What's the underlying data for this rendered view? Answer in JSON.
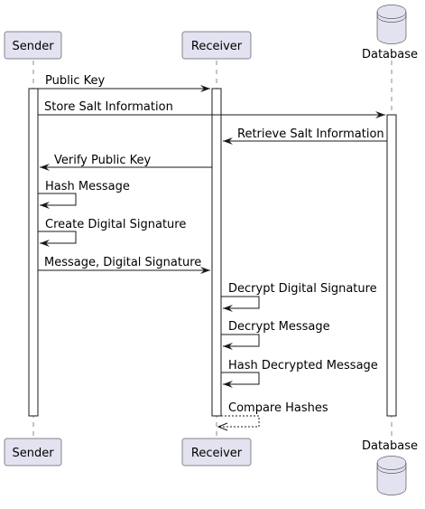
{
  "participants": {
    "sender": "Sender",
    "receiver": "Receiver",
    "database": "Database"
  },
  "messages": [
    "Public Key",
    "Store Salt Information",
    "Retrieve Salt Information",
    "Verify Public Key",
    "Hash Message",
    "Create Digital Signature",
    "Message, Digital Signature",
    "Decrypt Digital Signature",
    "Decrypt Message",
    "Hash Decrypted Message",
    "Compare Hashes"
  ],
  "colors": {
    "participant_fill": "#E2E2F0",
    "line": "#181818"
  }
}
